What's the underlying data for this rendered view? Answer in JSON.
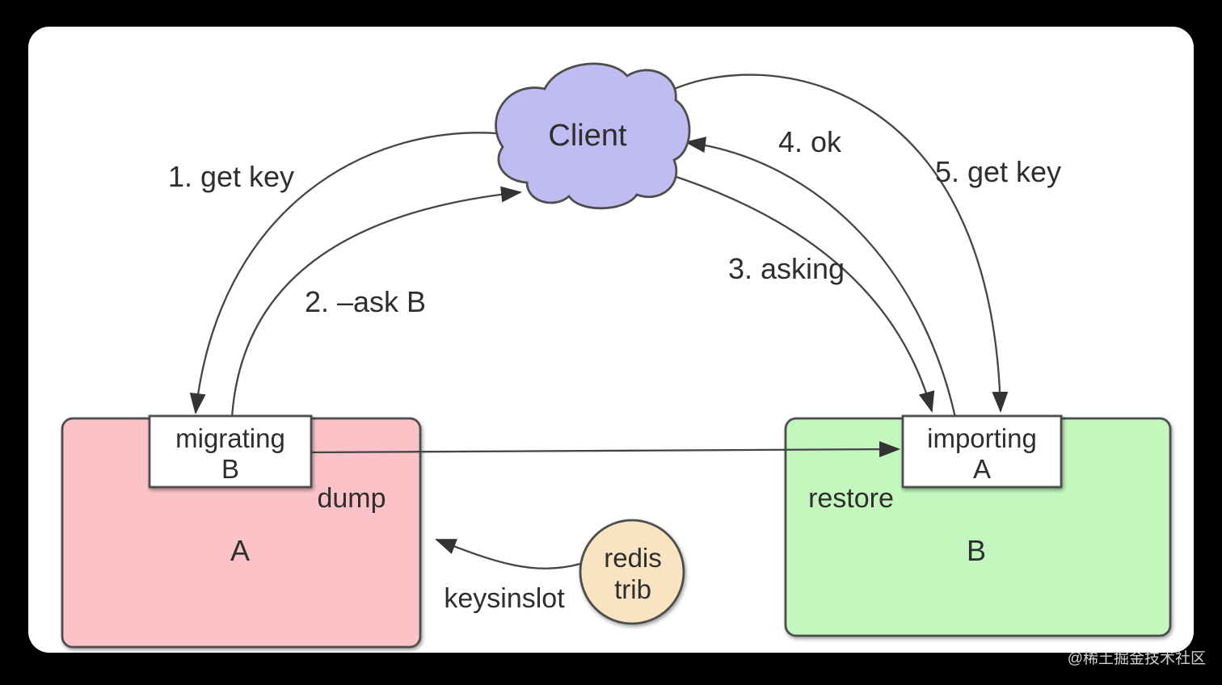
{
  "watermark": "@稀土掘金技术社区",
  "cloud": {
    "label": "Client",
    "fill": "#c0bcf2"
  },
  "node_a": {
    "title": "A",
    "command": "dump",
    "fill": "#fbc3c7",
    "slot": {
      "line1": "migrating",
      "line2": "B"
    }
  },
  "node_b": {
    "title": "B",
    "command": "restore",
    "fill": "#c4f7be",
    "slot": {
      "line1": "importing",
      "line2": "A"
    }
  },
  "redis_trib": {
    "line1": "redis",
    "line2": "trib",
    "fill": "#f9e3c2",
    "arrow_label": "keysinslot"
  },
  "steps": {
    "step1": "1. get key",
    "step2": "2. –ask B",
    "step3": "3. asking",
    "step4": "4. ok",
    "step5": "5. get key"
  },
  "colors": {
    "frame": "#000000",
    "canvas": "#ffffff",
    "line": "#454545",
    "border": "#4e4e4e",
    "text": "#2e2e2e"
  }
}
